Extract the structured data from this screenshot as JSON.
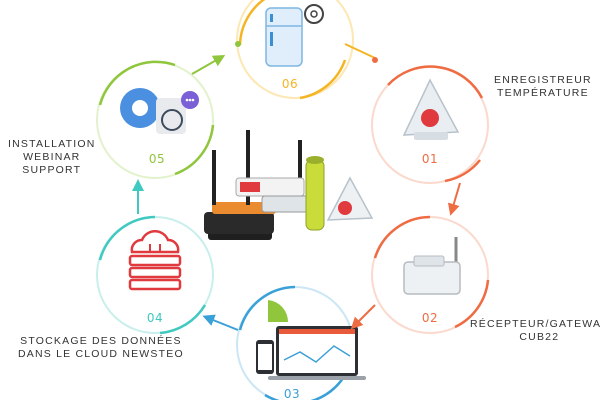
{
  "steps": [
    {
      "num": "01",
      "color": "#ef6c43",
      "label_lines": [
        "ENREGISTREUR",
        "TEMPÉRATURE"
      ]
    },
    {
      "num": "02",
      "color": "#ef6c43",
      "label_lines": [
        "RÉCEPTEUR/GATEWAY",
        "CUB22"
      ]
    },
    {
      "num": "03",
      "color": "#3aa0d8",
      "label_lines": []
    },
    {
      "num": "04",
      "color": "#3fc9c0",
      "label_lines": [
        "STOCKAGE DES DONNÉES",
        "DANS LE CLOUD NEWSTEO"
      ]
    },
    {
      "num": "05",
      "color": "#8fc63c",
      "label_lines": [
        "INSTALLATION",
        "WEBINAR",
        "SUPPORT"
      ]
    },
    {
      "num": "06",
      "color": "#f5b422",
      "label_lines": []
    }
  ],
  "colors": {
    "orange": "#ef6c43",
    "blue": "#3aa0d8",
    "teal": "#3fc9c0",
    "green": "#8fc63c",
    "yellow": "#f5b422",
    "red_icon": "#e03a3e"
  }
}
